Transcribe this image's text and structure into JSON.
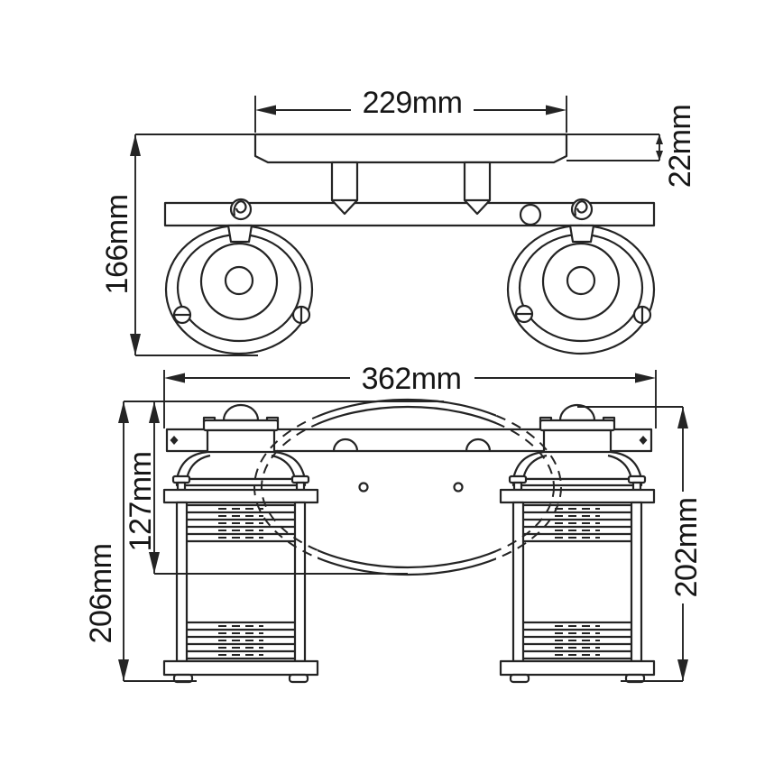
{
  "colors": {
    "background": "#ffffff",
    "ink": "#242424",
    "text": "#161616"
  },
  "drawing_type": "technical-dimension-drawing",
  "dimensions": {
    "d229": {
      "value": 229,
      "unit": "mm",
      "label": "229mm",
      "measures": "mounting-plate-width-top-view"
    },
    "d22": {
      "value": 22,
      "unit": "mm",
      "label": "22mm",
      "measures": "mounting-plate-depth-top-view"
    },
    "d166": {
      "value": 166,
      "unit": "mm",
      "label": "166mm",
      "measures": "fixture-projection-top-view"
    },
    "d362": {
      "value": 362,
      "unit": "mm",
      "label": "362mm",
      "measures": "fixture-overall-width-front-view"
    },
    "d206": {
      "value": 206,
      "unit": "mm",
      "label": "206mm",
      "measures": "fixture-overall-height-front-view"
    },
    "d127": {
      "value": 127,
      "unit": "mm",
      "label": "127mm",
      "measures": "backplate-oval-height-front-view"
    },
    "d202": {
      "value": 202,
      "unit": "mm",
      "label": "202mm",
      "measures": "lantern-height-front-view"
    }
  }
}
